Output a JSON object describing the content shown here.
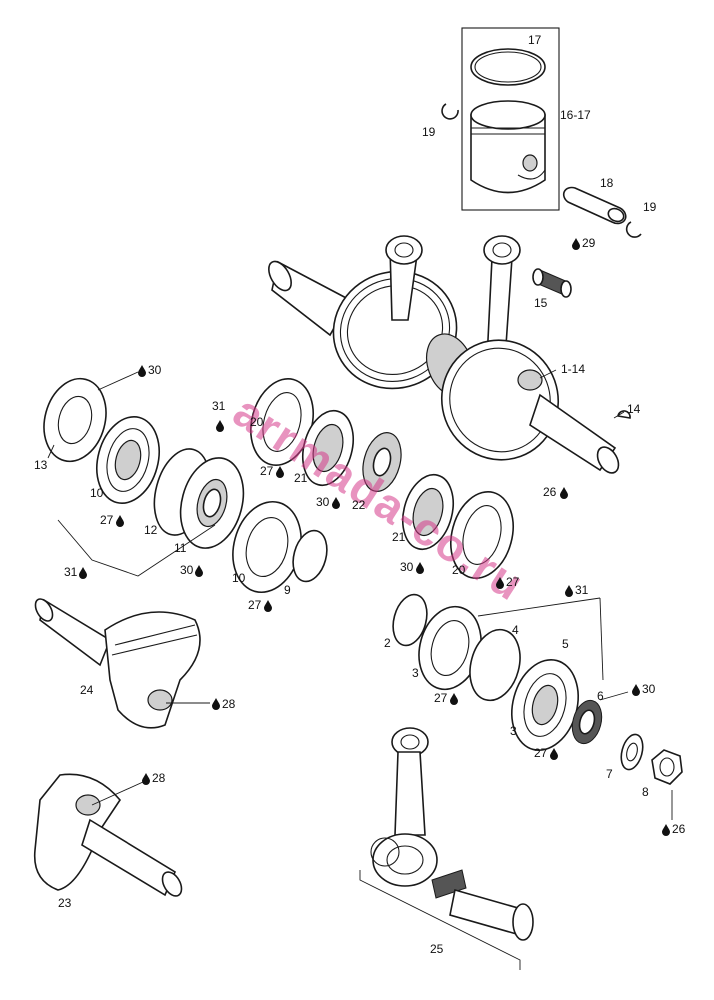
{
  "watermark": "arrmada-co.ru",
  "labels": {
    "l17": "17",
    "l1617": "16-17",
    "l19a": "19",
    "l18": "18",
    "l19b": "19",
    "l29": "29",
    "l15": "15",
    "l114": "1-14",
    "l14": "14",
    "l26a": "26",
    "l30a": "30",
    "l13": "13",
    "l10a": "10",
    "l27a": "27",
    "l12": "12",
    "l11": "11",
    "l31a": "31",
    "l31b": "31",
    "l30b": "30",
    "l10b": "10",
    "l27b": "27",
    "l9": "9",
    "l20a": "20",
    "l27c": "27",
    "l21a": "21",
    "l30c": "30",
    "l22": "22",
    "l21b": "21",
    "l30d": "30",
    "l20b": "20",
    "l27d": "27",
    "l24": "24",
    "l28a": "28",
    "l31c": "31",
    "l2": "2",
    "l3a": "3",
    "l4": "4",
    "l5": "5",
    "l27e": "27",
    "l3b": "3",
    "l27f": "27",
    "l6": "6",
    "l30e": "30",
    "l7": "7",
    "l8": "8",
    "l26b": "26",
    "l28b": "28",
    "l23": "23",
    "l25": "25"
  },
  "colors": {
    "line": "#1a1a1a",
    "watermark": "#d63a8a"
  },
  "icons": {
    "lubricant": "drop-icon"
  }
}
